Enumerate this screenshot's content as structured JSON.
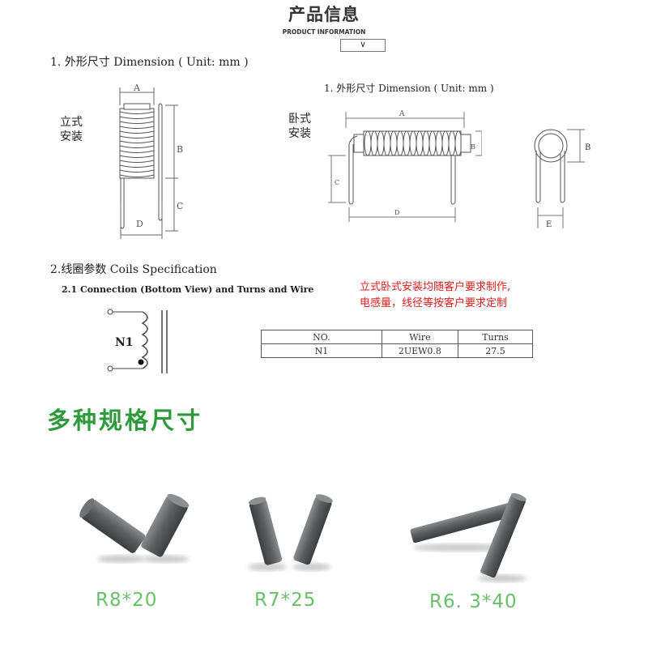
{
  "header": {
    "title": "产品信息",
    "subtitle": "PRODUCT INFORMATION",
    "chevron": "∨"
  },
  "section1": {
    "heading": "1.  外形尺寸 Dimension ( Unit: mm )",
    "vertical_label_line1": "立式",
    "vertical_label_line2": "安装",
    "vertical_dims": {
      "a": "A",
      "b": "B",
      "c": "C",
      "d": "D"
    }
  },
  "section1b": {
    "heading": "1.  外形尺寸 Dimension ( Unit: mm )",
    "horizontal_label_line1": "卧式",
    "horizontal_label_line2": "安装",
    "horizontal_dims": {
      "a": "A",
      "b": "B",
      "c": "C",
      "d": "D"
    },
    "end_dims": {
      "b": "B",
      "e": "E"
    }
  },
  "section2": {
    "heading": "2.线圈参数 Coils Specification",
    "subheading": "2.1 Connection (Bottom View) and Turns and Wire",
    "coil_label": "N1",
    "note_line1": "立式卧式安装均随客户要求制作,",
    "note_line2": "电感量，线径等按客户要求定制",
    "table": {
      "headers": [
        "NO.",
        "Wire",
        "Turns"
      ],
      "rows": [
        [
          "N1",
          "2UEW0.8",
          "27.5"
        ]
      ]
    }
  },
  "specs": {
    "heading": "多种规格尺寸",
    "rods": [
      {
        "label": "R8*20"
      },
      {
        "label": "R7*25"
      },
      {
        "label": "R6. 3*40"
      }
    ]
  }
}
